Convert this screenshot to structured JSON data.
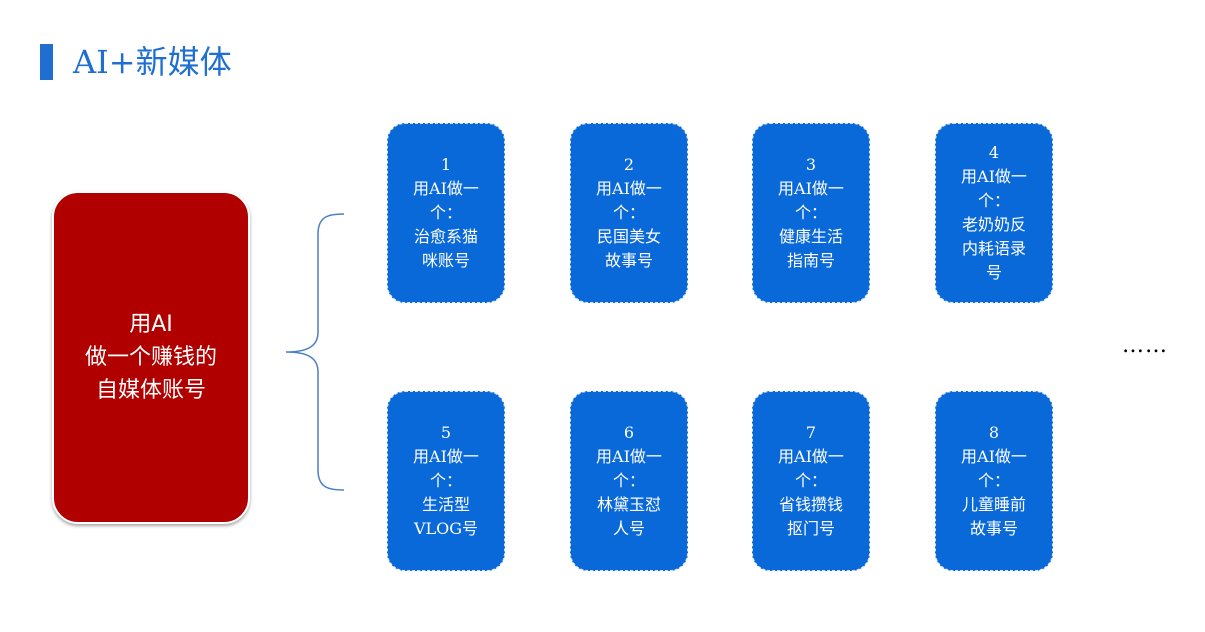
{
  "header": {
    "title": "AI+新媒体"
  },
  "center": {
    "lines": [
      "用AI",
      "做一个赚钱的",
      "自媒体账号"
    ]
  },
  "cards": [
    {
      "lines": [
        "1",
        "用AI做一",
        "个：",
        "治愈系猫",
        "咪账号"
      ]
    },
    {
      "lines": [
        "2",
        "用AI做一",
        "个：",
        "民国美女",
        "故事号"
      ]
    },
    {
      "lines": [
        "3",
        "用AI做一",
        "个：",
        "健康生活",
        "指南号"
      ]
    },
    {
      "lines": [
        "4",
        "用AI做一",
        "个：",
        "老奶奶反",
        "内耗语录",
        "号"
      ]
    },
    {
      "lines": [
        "5",
        "用AI做一",
        "个：",
        "生活型",
        "VLOG号"
      ]
    },
    {
      "lines": [
        "6",
        "用AI做一",
        "个：",
        "林黛玉怼",
        "人号"
      ]
    },
    {
      "lines": [
        "7",
        "用AI做一",
        "个：",
        "省钱攒钱",
        "抠门号"
      ]
    },
    {
      "lines": [
        "8",
        "用AI做一",
        "个：",
        "儿童睡前",
        "故事号"
      ]
    }
  ],
  "more": "……",
  "colors": {
    "title": "#1f6fd1",
    "center_box": "#b00000",
    "card": "#0a69d8",
    "brace": "#4a7ec9"
  }
}
